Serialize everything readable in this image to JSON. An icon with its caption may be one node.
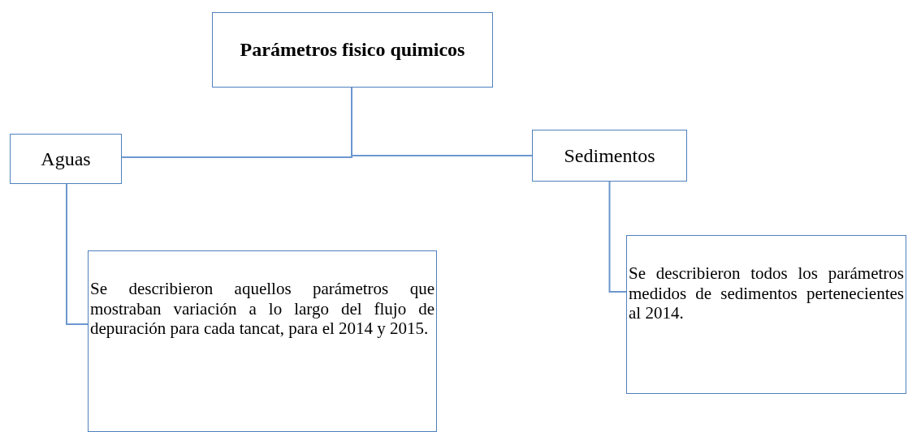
{
  "diagram": {
    "nodes": [
      {
        "text": [
          "Parámetros fisico quimicos"
        ]
      },
      {
        "text": [
          "Aguas"
        ]
      },
      {
        "text": [
          "Sedimentos"
        ]
      },
      {
        "text": [
          "Se describieron aquellos parámetros que mostraban variación a lo largo del flujo de depuración para cada tancat, para el 2014 y 2015."
        ]
      },
      {
        "text": [
          "Se describieron todos los parámetros medidos de sedimentos pertenecientes al 2014."
        ]
      }
    ],
    "edges": [
      {
        "from": 0,
        "to": 1,
        "arrow": "none"
      },
      {
        "from": 0,
        "to": 2,
        "arrow": "none"
      },
      {
        "from": 1,
        "to": 3,
        "arrow": "none"
      },
      {
        "from": 2,
        "to": 4,
        "arrow": "none"
      }
    ]
  }
}
